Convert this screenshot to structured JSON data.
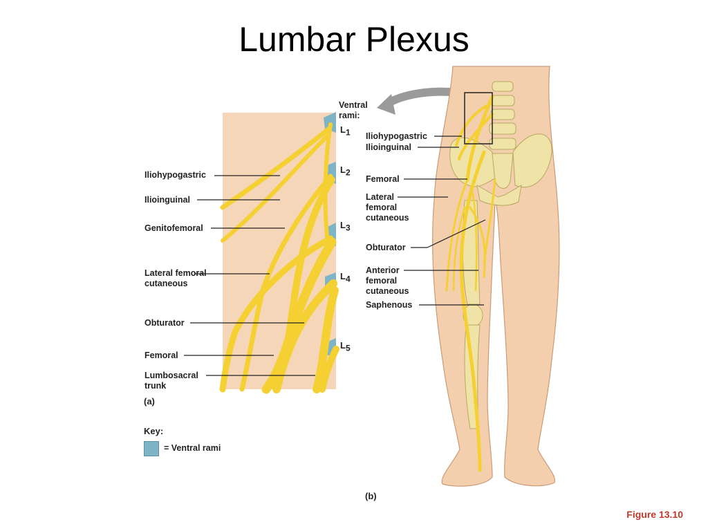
{
  "title": "Lumbar Plexus",
  "panel_a": {
    "labels": {
      "iliohypogastric": "Iliohypogastric",
      "ilioinguinal": "Ilioinguinal",
      "genitofemoral": "Genitofemoral",
      "lateral_femoral_cutaneous": "Lateral femoral\ncutaneous",
      "obturator": "Obturator",
      "femoral": "Femoral",
      "lumbosacral_trunk": "Lumbosacral\ntrunk"
    },
    "ventral_rami": "Ventral\nrami:",
    "segments": {
      "l1": "L",
      "l1_sub": "1",
      "l2": "L",
      "l2_sub": "2",
      "l3": "L",
      "l3_sub": "3",
      "l4": "L",
      "l4_sub": "4",
      "l5": "L",
      "l5_sub": "5"
    },
    "panel_label": "(a)"
  },
  "key": {
    "title": "Key:",
    "entry": "= Ventral rami",
    "color": "#7fb4c6"
  },
  "panel_b": {
    "labels": {
      "iliohypogastric": "Iliohypogastric",
      "ilioinguinal": "Ilioinguinal",
      "femoral": "Femoral",
      "lateral_femoral_cutaneous": "Lateral\nfemoral\ncutaneous",
      "obturator": "Obturator",
      "anterior_femoral_cutaneous": "Anterior\nfemoral\ncutaneous",
      "saphenous": "Saphenous"
    },
    "panel_label": "(b)"
  },
  "figure_ref": "Figure 13.10",
  "colors": {
    "nerve": "#f5d033",
    "nerve_edge": "#d9a514",
    "skin": "#f3cfae",
    "skin_edge": "#c99a78",
    "bone": "#efe3a8",
    "panel_bg": "#f6d6b8",
    "ventral_rami": "#7fb4c6",
    "figure_ref": "#c0392b"
  }
}
